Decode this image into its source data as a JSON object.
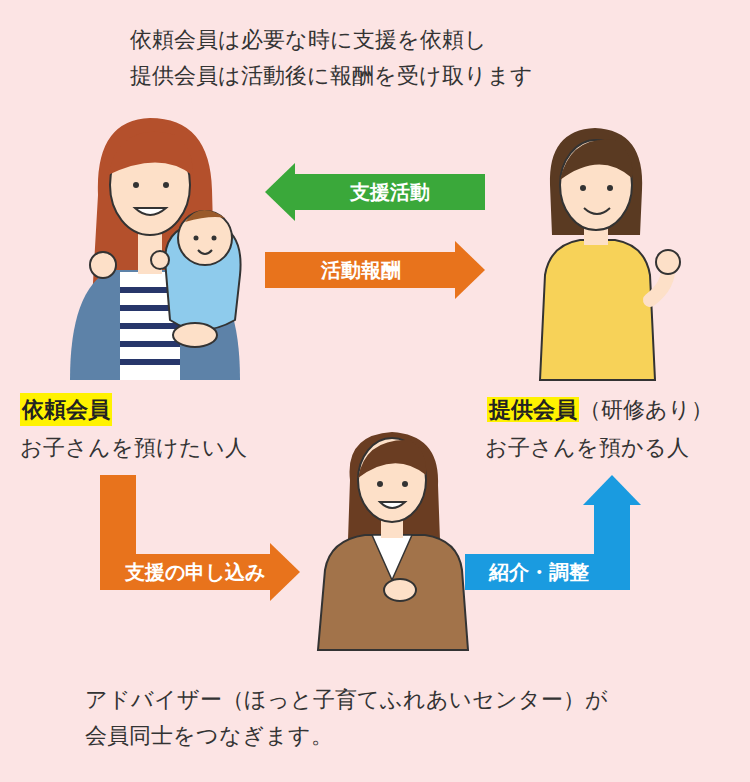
{
  "diagram": {
    "title": "依頼会員は必要な時に支援を依頼し 提供会員は活動後に報酬を受け取ります",
    "nodes": [
      {
        "text": [
          "依頼会員",
          "お子さんを預けたい人"
        ]
      },
      {
        "text": [
          "提供会員",
          "（研修あり）",
          "お子さんを預かる人"
        ]
      },
      {
        "text": [
          "アドバイザー（ほっと子育てふれあいセンター）が 会員同士をつなぎます。"
        ]
      }
    ],
    "edges": [
      {
        "from": 0,
        "to": 2,
        "label": "支援の申し込み",
        "arrow": "to"
      },
      {
        "from": 2,
        "to": 1,
        "label": "紹介・調整",
        "arrow": "to"
      },
      {
        "from": 1,
        "to": 0,
        "label": "支援活動",
        "arrow": "to"
      },
      {
        "from": 0,
        "to": 1,
        "label": "活動報酬",
        "arrow": "to"
      }
    ]
  }
}
